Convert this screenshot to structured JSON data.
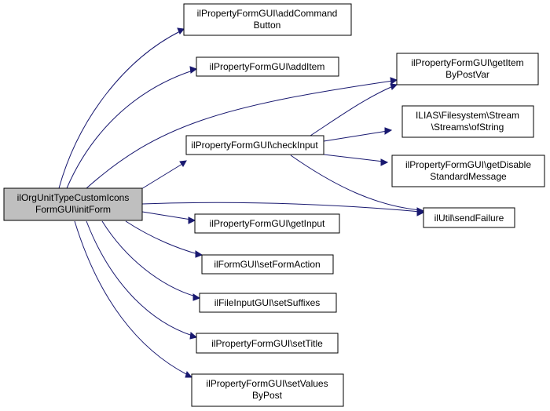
{
  "graph": {
    "colors": {
      "edge": "#191970",
      "root_fill": "#bfbfbf",
      "node_fill": "#ffffff",
      "node_border": "#000000"
    },
    "nodes": {
      "root": {
        "line1": "ilOrgUnitTypeCustomIcons",
        "line2": "FormGUI\\initForm"
      },
      "add_command_button": {
        "line1": "ilPropertyFormGUI\\addCommand",
        "line2": "Button"
      },
      "add_item": {
        "line1": "ilPropertyFormGUI\\addItem"
      },
      "check_input": {
        "line1": "ilPropertyFormGUI\\checkInput"
      },
      "get_input": {
        "line1": "ilPropertyFormGUI\\getInput"
      },
      "set_form_action": {
        "line1": "ilFormGUI\\setFormAction"
      },
      "set_suffixes": {
        "line1": "ilFileInputGUI\\setSuffixes"
      },
      "set_title": {
        "line1": "ilPropertyFormGUI\\setTitle"
      },
      "set_values_by_post": {
        "line1": "ilPropertyFormGUI\\setValues",
        "line2": "ByPost"
      },
      "get_item_by_post_var": {
        "line1": "ilPropertyFormGUI\\getItem",
        "line2": "ByPostVar"
      },
      "streams_of_string": {
        "line1": "ILIAS\\Filesystem\\Stream",
        "line2": "\\Streams\\ofString"
      },
      "get_disable_standard_message": {
        "line1": "ilPropertyFormGUI\\getDisable",
        "line2": "StandardMessage"
      },
      "send_failure": {
        "line1": "ilUtil\\sendFailure"
      }
    }
  }
}
